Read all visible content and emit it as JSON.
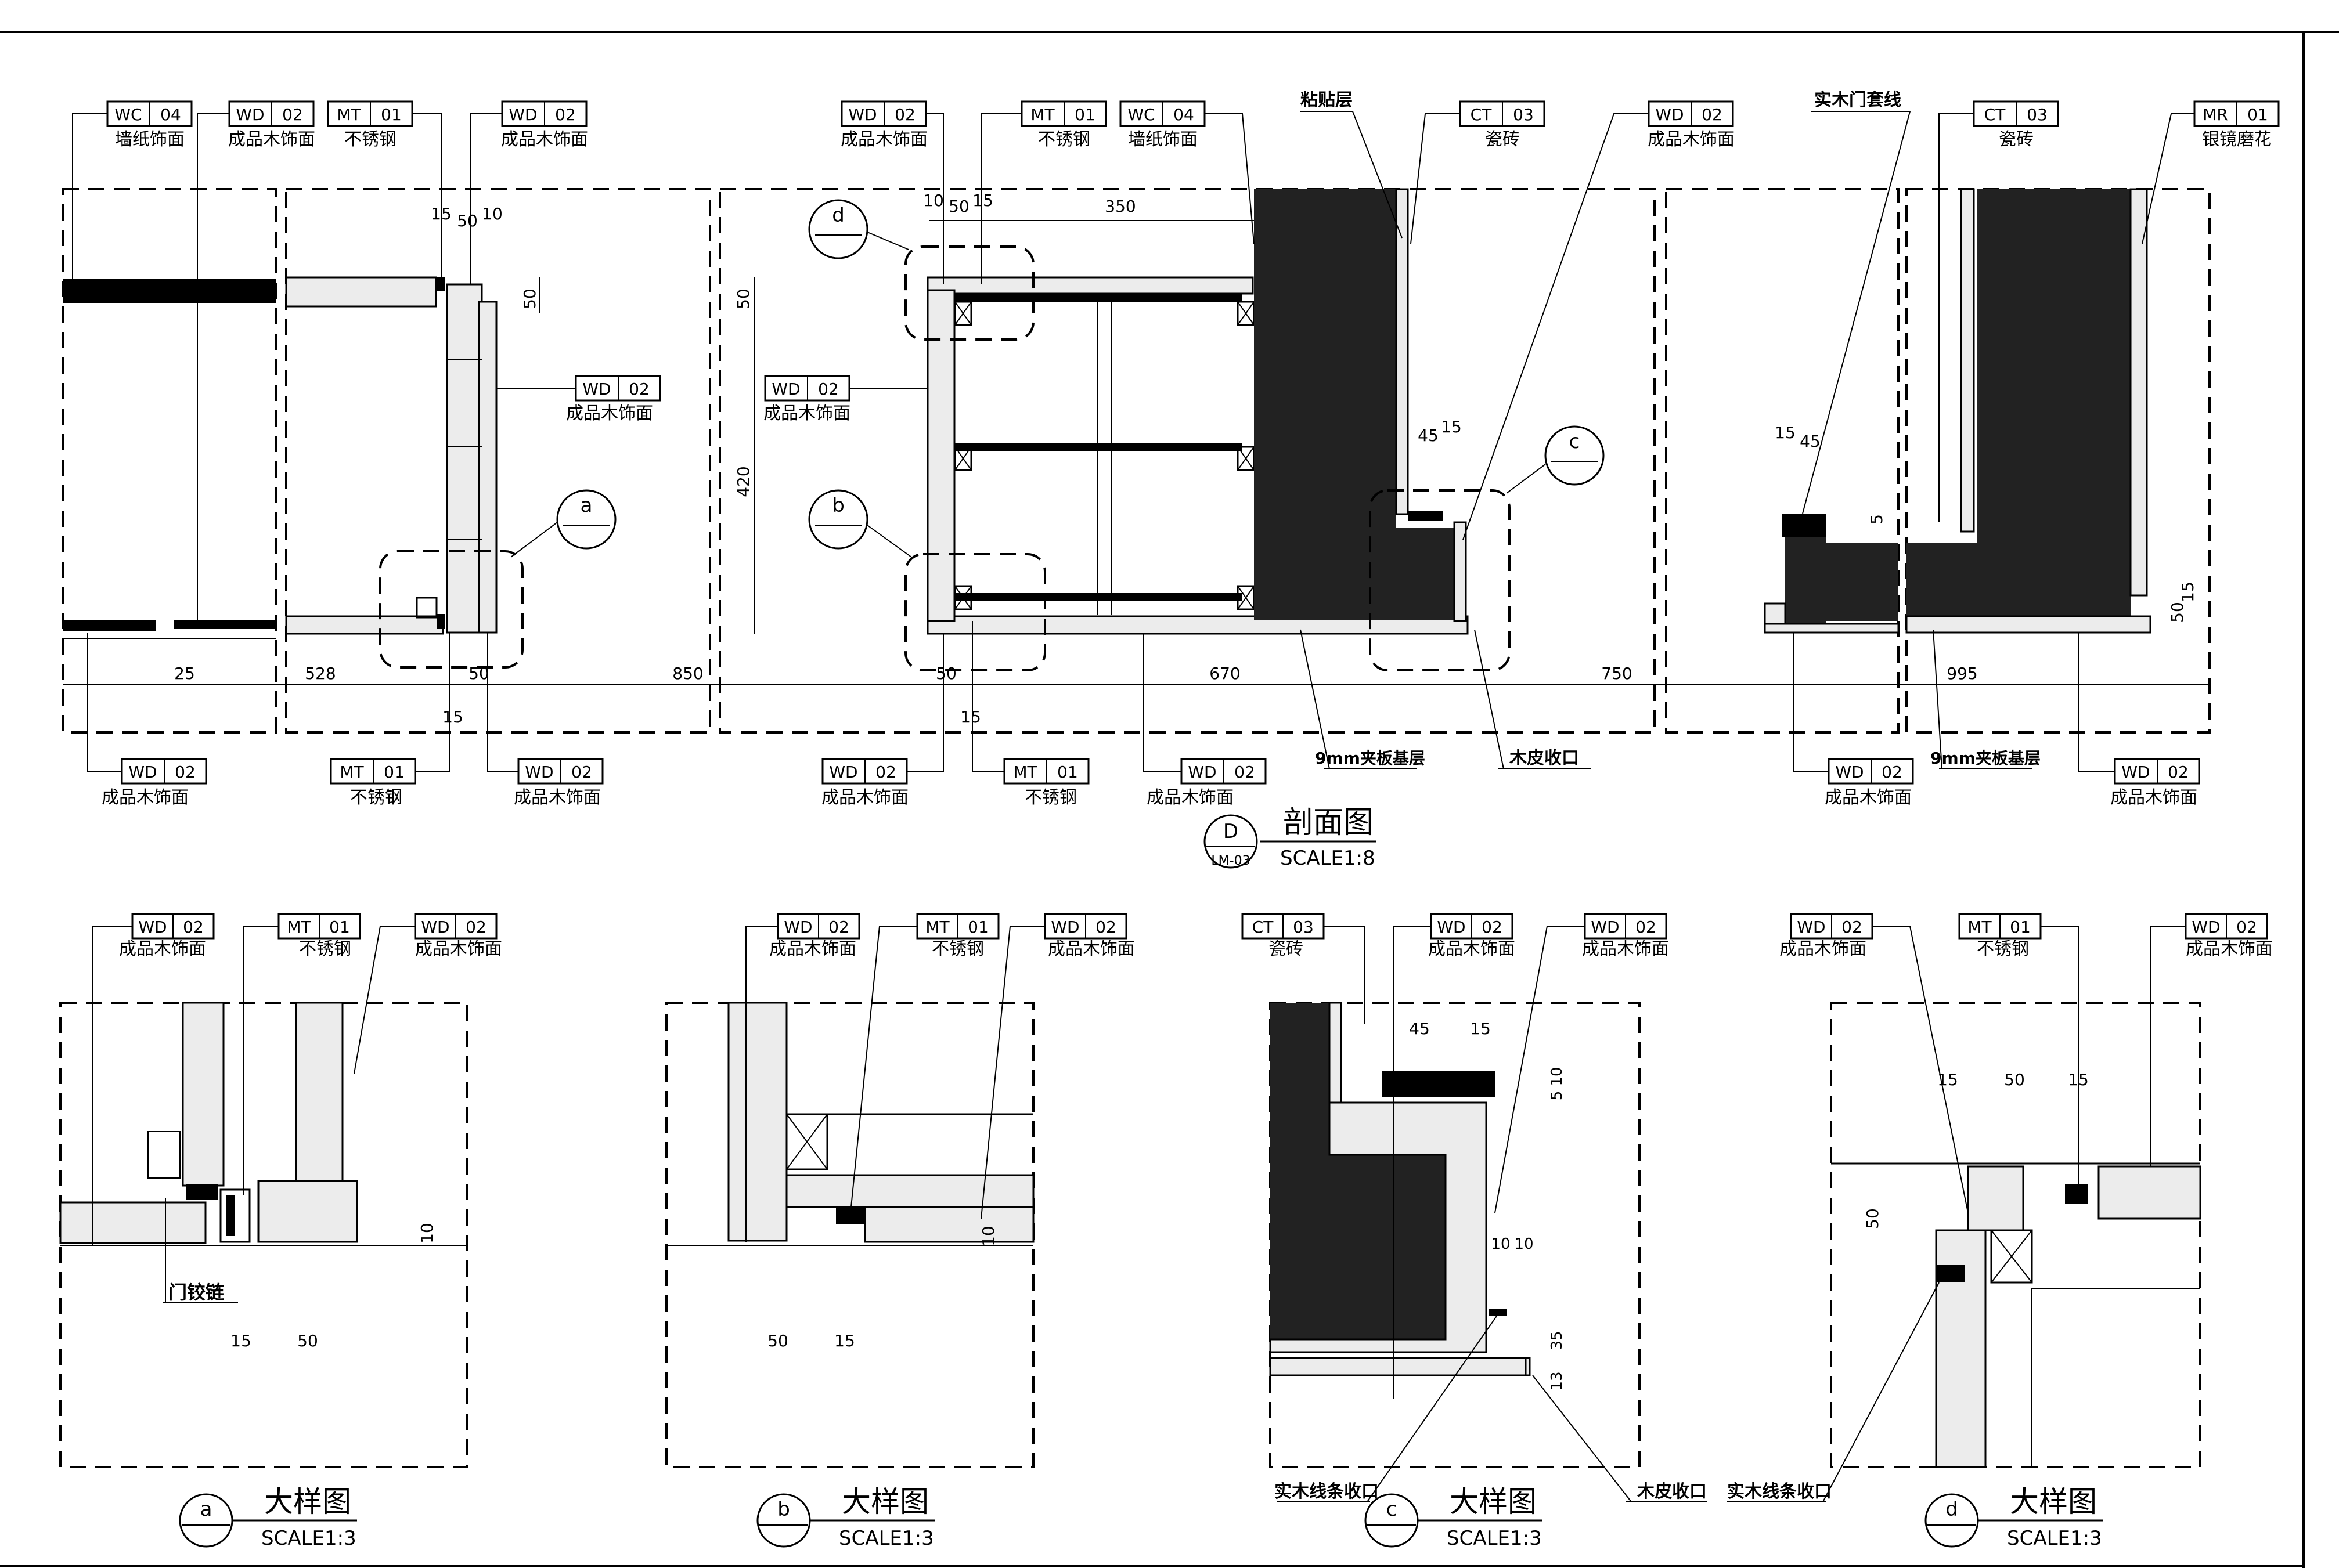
{
  "section": {
    "tag_letter": "D",
    "tag_sheet": "LM-03",
    "title": "剖面图",
    "scale": "SCALE1:8",
    "top_callouts": [
      {
        "code": "WC",
        "num": "04",
        "text": "墙纸饰面"
      },
      {
        "code": "WD",
        "num": "02",
        "text": "成品木饰面"
      },
      {
        "code": "MT",
        "num": "01",
        "text": "不锈钢"
      },
      {
        "code": "WD",
        "num": "02",
        "text": "成品木饰面"
      },
      {
        "code": "WD",
        "num": "02",
        "text": "成品木饰面"
      },
      {
        "code": "MT",
        "num": "01",
        "text": "不锈钢"
      },
      {
        "code": "WC",
        "num": "04",
        "text": "墙纸饰面"
      },
      {
        "code": "CT",
        "num": "03",
        "text": "瓷砖"
      },
      {
        "code": "WD",
        "num": "02",
        "text": "成品木饰面"
      },
      {
        "code": "CT",
        "num": "03",
        "text": "瓷砖"
      },
      {
        "code": "MR",
        "num": "01",
        "text": "银镜磨花"
      }
    ],
    "top_plain_labels": [
      "粘贴层",
      "实木门套线"
    ],
    "mid_callouts": [
      {
        "code": "WD",
        "num": "02",
        "text": "成品木饰面"
      },
      {
        "code": "WD",
        "num": "02",
        "text": "成品木饰面"
      }
    ],
    "bottom_callouts": [
      {
        "code": "WD",
        "num": "02",
        "text": "成品木饰面"
      },
      {
        "code": "MT",
        "num": "01",
        "text": "不锈钢"
      },
      {
        "code": "WD",
        "num": "02",
        "text": "成品木饰面"
      },
      {
        "code": "WD",
        "num": "02",
        "text": "成品木饰面"
      },
      {
        "code": "MT",
        "num": "01",
        "text": "不锈钢"
      },
      {
        "code": "WD",
        "num": "02",
        "text": "成品木饰面"
      },
      {
        "code": "WD",
        "num": "02",
        "text": "成品木饰面"
      },
      {
        "code": "WD",
        "num": "02",
        "text": "成品木饰面"
      }
    ],
    "bottom_plain_labels": [
      "9mm夹板基层",
      "木皮收口",
      "9mm夹板基层"
    ],
    "detail_bubbles": [
      "a",
      "b",
      "c",
      "d"
    ],
    "dims": [
      "528",
      "25",
      "850",
      "50",
      "15",
      "50",
      "15",
      "670",
      "750",
      "995",
      "420",
      "50",
      "50",
      "15",
      "50",
      "10",
      "10",
      "50",
      "15",
      "350",
      "45",
      "15",
      "15",
      "45",
      "5",
      "50",
      "15"
    ]
  },
  "details": [
    {
      "letter": "a",
      "title": "大样图",
      "scale": "SCALE1:3",
      "callouts": [
        {
          "code": "WD",
          "num": "02",
          "text": "成品木饰面"
        },
        {
          "code": "MT",
          "num": "01",
          "text": "不锈钢"
        },
        {
          "code": "WD",
          "num": "02",
          "text": "成品木饰面"
        }
      ],
      "labels": [
        "门铰链"
      ],
      "dims": [
        "15",
        "50",
        "10"
      ]
    },
    {
      "letter": "b",
      "title": "大样图",
      "scale": "SCALE1:3",
      "callouts": [
        {
          "code": "WD",
          "num": "02",
          "text": "成品木饰面"
        },
        {
          "code": "MT",
          "num": "01",
          "text": "不锈钢"
        },
        {
          "code": "WD",
          "num": "02",
          "text": "成品木饰面"
        }
      ],
      "labels": [],
      "dims": [
        "50",
        "15",
        "10"
      ]
    },
    {
      "letter": "c",
      "title": "大样图",
      "scale": "SCALE1:3",
      "callouts": [
        {
          "code": "CT",
          "num": "03",
          "text": "瓷砖"
        },
        {
          "code": "WD",
          "num": "02",
          "text": "成品木饰面"
        },
        {
          "code": "WD",
          "num": "02",
          "text": "成品木饰面"
        }
      ],
      "labels": [
        "实木线条收口",
        "木皮收口"
      ],
      "dims": [
        "45",
        "15",
        "10",
        "5",
        "10",
        "10",
        "35",
        "13"
      ]
    },
    {
      "letter": "d",
      "title": "大样图",
      "scale": "SCALE1:3",
      "callouts": [
        {
          "code": "WD",
          "num": "02",
          "text": "成品木饰面"
        },
        {
          "code": "MT",
          "num": "01",
          "text": "不锈钢"
        },
        {
          "code": "WD",
          "num": "02",
          "text": "成品木饰面"
        }
      ],
      "labels": [
        "实木线条收口"
      ],
      "dims": [
        "15",
        "50",
        "15",
        "50"
      ]
    }
  ]
}
